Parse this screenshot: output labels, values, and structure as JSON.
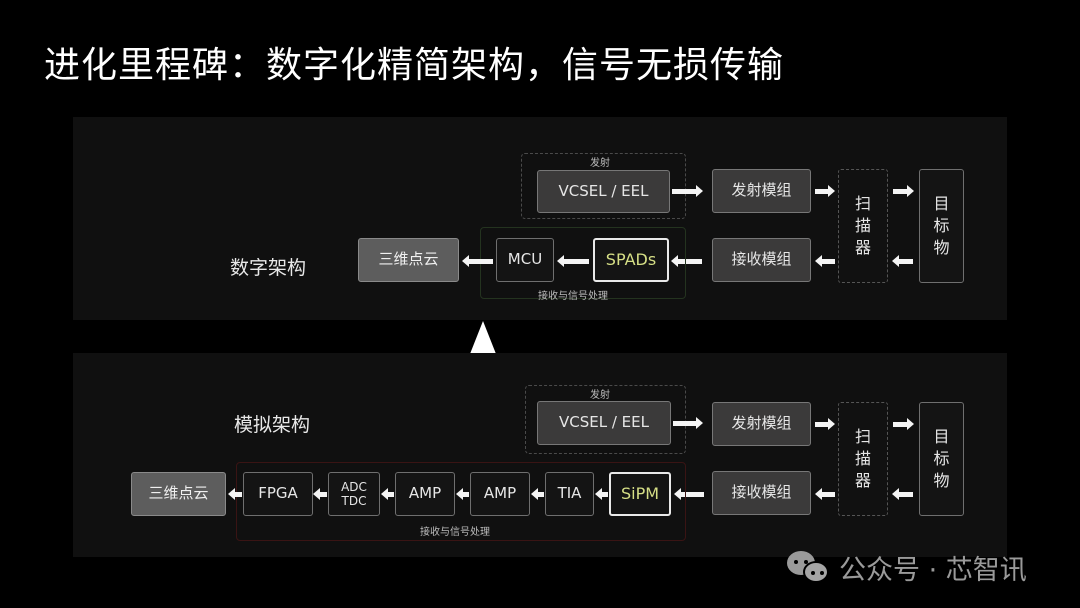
{
  "title": "进化里程碑：数字化精简架构，信号无损传输",
  "digital": {
    "section_label": "数字架构",
    "emit_group_label": "发射",
    "emitter": "VCSEL / EEL",
    "emit_module": "发射模组",
    "receive_module": "接收模组",
    "scanner": [
      "扫",
      "描",
      "器"
    ],
    "target": [
      "目",
      "标",
      "物"
    ],
    "detector": "SPADs",
    "processor": "MCU",
    "output": "三维点云",
    "process_group_label": "接收与信号处理"
  },
  "analog": {
    "section_label": "模拟架构",
    "emit_group_label": "发射",
    "emitter": "VCSEL / EEL",
    "emit_module": "发射模组",
    "receive_module": "接收模组",
    "scanner": [
      "扫",
      "描",
      "器"
    ],
    "target": [
      "目",
      "标",
      "物"
    ],
    "detector": "SiPM",
    "tia": "TIA",
    "amp1": "AMP",
    "amp2": "AMP",
    "adc": [
      "ADC",
      "TDC"
    ],
    "fpga": "FPGA",
    "output": "三维点云",
    "process_group_label": "接收与信号处理"
  },
  "colors": {
    "background": "#000000",
    "panel": "#101010",
    "detector_text": "#d6df86",
    "digital_group_border": "#24331f",
    "analog_group_border": "#3a1414"
  },
  "watermark": {
    "icon": "wechat-icon",
    "text": "公众号 · 芯智讯"
  }
}
